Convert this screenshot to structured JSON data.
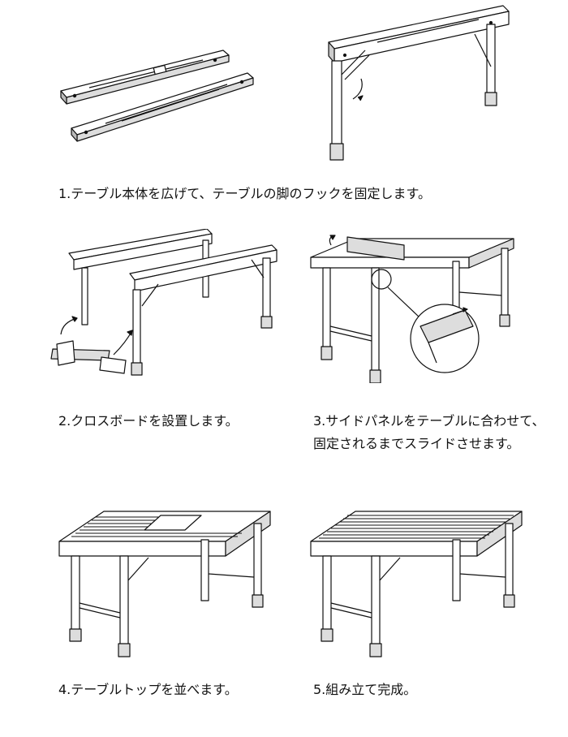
{
  "steps": [
    {
      "caption": "1.テーブル本体を広げて、テーブルの脚のフックを固定します。"
    },
    {
      "caption": "2.クロスボードを設置します。"
    },
    {
      "caption_line1": "3.サイドパネルをテーブルに合わせて、",
      "caption_line2": "固定されるまでスライドさせます。"
    },
    {
      "caption": "4.テーブルトップを並べます。"
    },
    {
      "caption": "5.組み立て完成。"
    }
  ],
  "colors": {
    "line": "#111111",
    "fill": "#ffffff",
    "shade": "#d8d8d8"
  }
}
